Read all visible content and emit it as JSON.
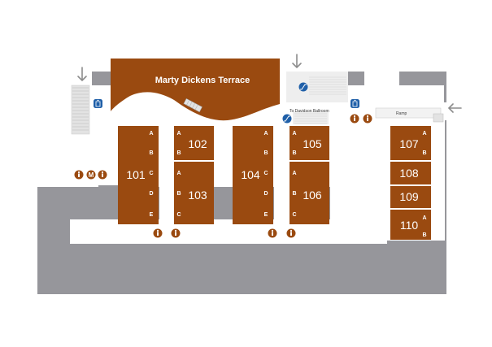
{
  "colors": {
    "room": "#9a4a10",
    "floor": "#96969b",
    "corridor": "#ffffff",
    "stair": "#e3e3e3",
    "arrow": "#8c8c8c",
    "icon_blue": "#1f5fa8"
  },
  "terrace": {
    "label": "Marty Dickens Terrace"
  },
  "labels": {
    "ballroom": "To Davidson Ballroom",
    "ramp": "Ramp"
  },
  "rooms": {
    "r101": {
      "number": "101",
      "sections": [
        "A",
        "B",
        "C",
        "D",
        "E"
      ]
    },
    "r102": {
      "number": "102",
      "sections": [
        "A",
        "B"
      ]
    },
    "r103": {
      "number": "103",
      "sections": [
        "A",
        "B",
        "C"
      ]
    },
    "r104": {
      "number": "104",
      "sections": [
        "A",
        "B",
        "C",
        "D",
        "E"
      ]
    },
    "r105": {
      "number": "105",
      "sections": [
        "A",
        "B"
      ]
    },
    "r106": {
      "number": "106",
      "sections": [
        "A",
        "B",
        "C"
      ]
    },
    "r107": {
      "number": "107",
      "sections": [
        "A",
        "B"
      ]
    },
    "r108": {
      "number": "108",
      "sections": []
    },
    "r109": {
      "number": "109",
      "sections": []
    },
    "r110": {
      "number": "110",
      "sections": [
        "A",
        "B"
      ]
    }
  },
  "icons": {
    "elevator": "elevator-icon",
    "restroom": "restroom-icon",
    "escalator": "escalator-icon",
    "entrance_arrow": "entrance-arrow-icon",
    "restroom_m_label": "M"
  }
}
